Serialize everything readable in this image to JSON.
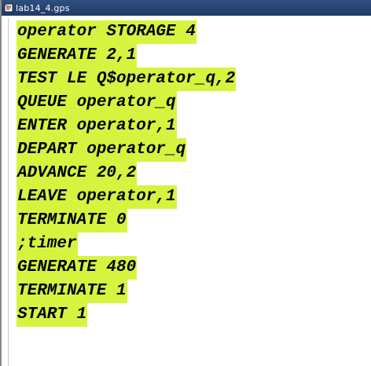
{
  "window": {
    "title": "lab14_4.gps",
    "icon": "document-icon"
  },
  "editor": {
    "highlight_color": "#d7f33f",
    "lines": [
      "operator STORAGE 4",
      "GENERATE 2,1",
      "TEST LE Q$operator_q,2",
      "QUEUE operator_q",
      "ENTER operator,1",
      "DEPART operator_q",
      "ADVANCE 20,2",
      "LEAVE operator,1",
      "TERMINATE 0",
      ";timer",
      "GENERATE 480",
      "TERMINATE 1",
      "START 1"
    ]
  }
}
